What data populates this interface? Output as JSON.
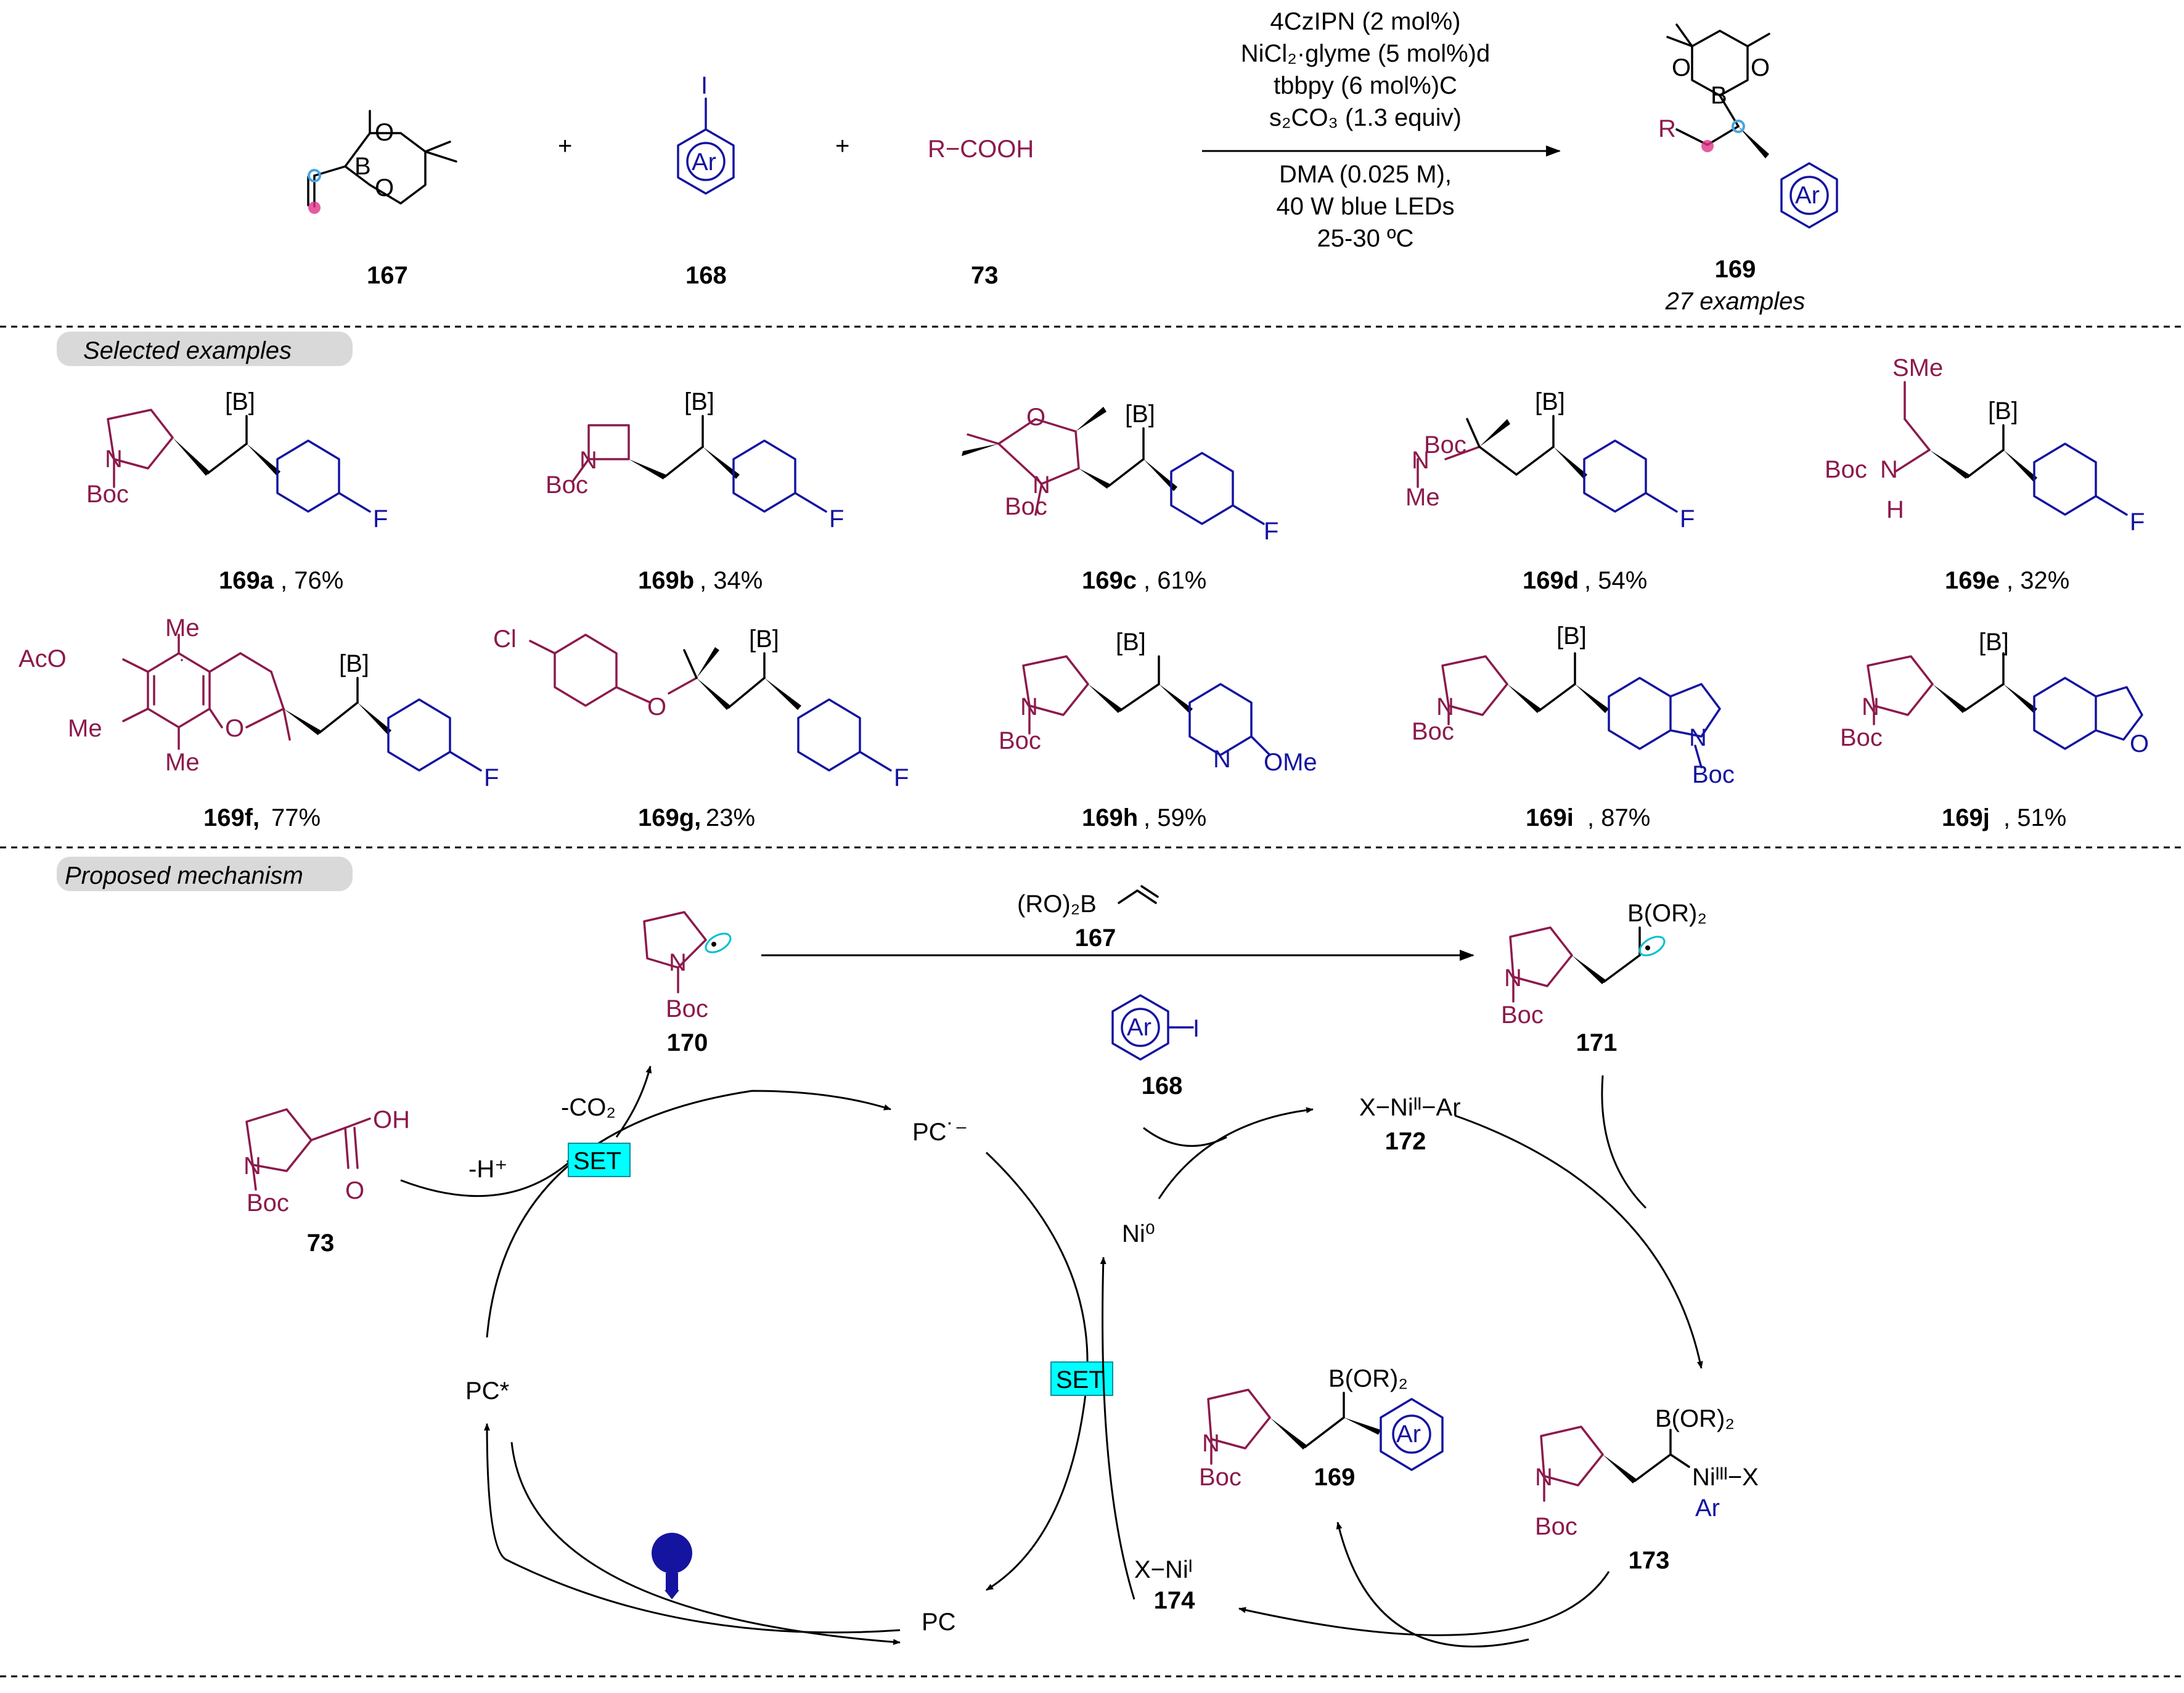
{
  "reaction": {
    "sm1": "167",
    "sm2": "168",
    "sm3": "73",
    "plus": "+",
    "acid": "R−COOH",
    "ar_ring": "Ar",
    "iodo": "I",
    "conditions": [
      "4CzIPN (2 mol%)",
      "NiCl₂·glyme (5 mol%)d",
      "tbbpy (6 mol%)C",
      "s₂CO₃ (1.3 equiv)",
      "DMA (0.025 M),",
      "40 W blue LEDs",
      "25-30 ºC"
    ],
    "product": "169",
    "examples": "27 examples",
    "boron_B": "B",
    "boron_O": "O",
    "r_label": "R"
  },
  "sections": {
    "selected": "Selected examples",
    "mechanism": "Proposed mechanism"
  },
  "examples": [
    {
      "id": "169a",
      "yield": ", 76%"
    },
    {
      "id": "169b",
      "yield": ", 34%"
    },
    {
      "id": "169c",
      "yield": ", 61%"
    },
    {
      "id": "169d",
      "yield": ", 54%"
    },
    {
      "id": "169e",
      "yield": ", 32%"
    },
    {
      "id": "169f,",
      "yield": " 77%"
    },
    {
      "id": "169g,",
      "yield": " 23%"
    },
    {
      "id": "169h",
      "yield": ", 59%"
    },
    {
      "id": "169i",
      "yield": ", 87%"
    },
    {
      "id": "169j",
      "yield": ", 51%"
    }
  ],
  "atoms": {
    "B": "[B]",
    "boc": "Boc",
    "n": "N",
    "f": "F",
    "o": "O",
    "me": "Me",
    "sme": "SMe",
    "h": "H",
    "aco": "AcO",
    "cl": "Cl",
    "ome": "OMe",
    "oh": "OH"
  },
  "mechanism": {
    "c170": "170",
    "c171": "171",
    "c167": "167",
    "c168": "168",
    "c172": "172",
    "c173": "173",
    "c174": "174",
    "c169": "169",
    "c73": "73",
    "vinylB": "(RO)₂B",
    "bor2": "B(OR)₂",
    "co2": "-CO₂",
    "h": "-H⁺",
    "set": "SET",
    "pc_rad": "PC˙⁻",
    "pc_star": "PC*",
    "pc": "PC",
    "ni0": "Ni⁰",
    "nii_x": "X−Niᴵ",
    "ni2": "X−Niᴵᴵ−Ar",
    "ni3": "Niᴵᴵᴵ−X",
    "ar": "Ar"
  },
  "colors": {
    "maroon": "#8c1a4c",
    "blue": "#1414a0",
    "cyan": "#00ffff",
    "pink": "#e0338a",
    "lightblue": "#4aa3e0",
    "label_bg": "#d9d9d9"
  }
}
